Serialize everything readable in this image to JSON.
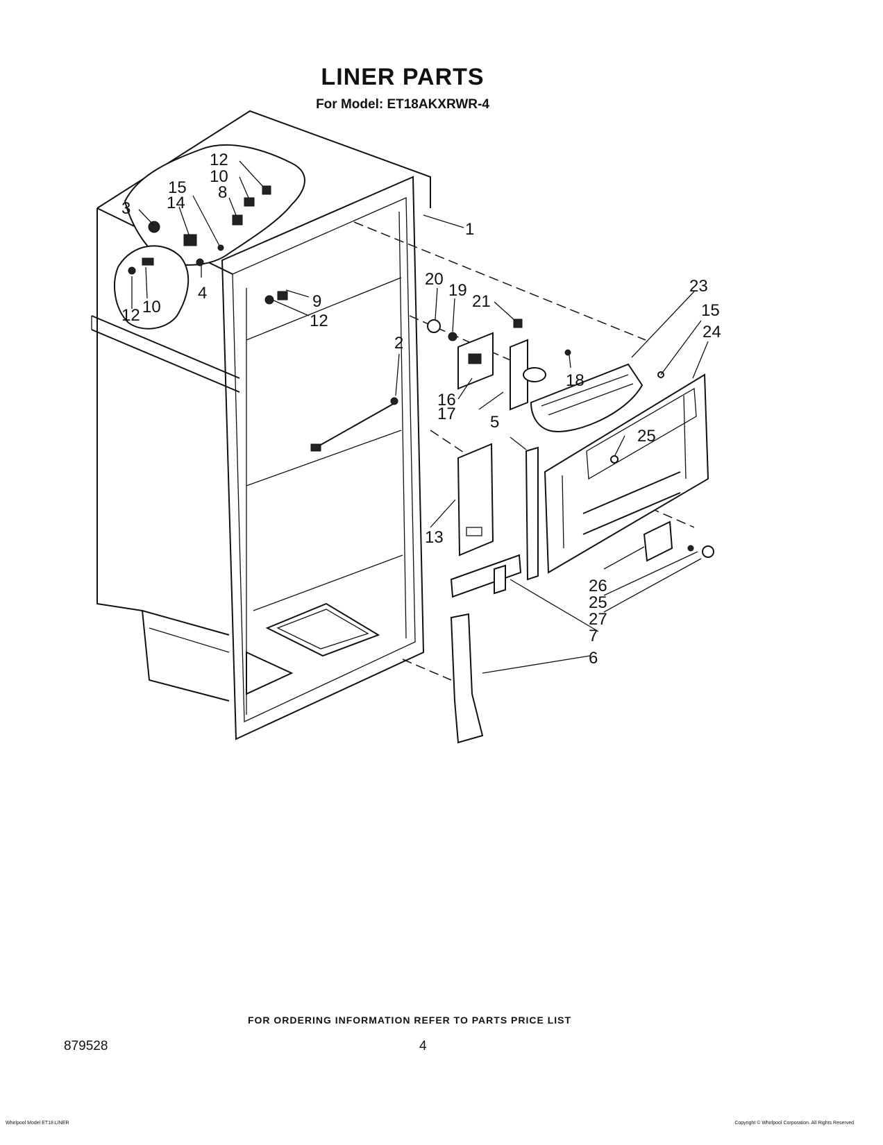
{
  "title": "LINER PARTS",
  "subtitle": "For Model: ET18AKXRWR-4",
  "callouts": {
    "c1": "1",
    "c2": "2",
    "c3": "3",
    "c4": "4",
    "c5": "5",
    "c6": "6",
    "c7": "7",
    "c8": "8",
    "c9": "9",
    "c10a": "10",
    "c10b": "10",
    "c12a": "12",
    "c12b": "12",
    "c12c": "12",
    "c13": "13",
    "c14": "14",
    "c15a": "15",
    "c15b": "15",
    "c16": "16",
    "c17": "17",
    "c18": "18",
    "c19": "19",
    "c20": "20",
    "c21": "21",
    "c23": "23",
    "c24": "24",
    "c25a": "25",
    "c25b": "25",
    "c26": "26",
    "c27": "27"
  },
  "footer_note": "FOR ORDERING INFORMATION REFER TO PARTS PRICE LIST",
  "doc_number": "879528",
  "page_number": "4",
  "corner_left": "Whirlpool Model ET18 LINER",
  "corner_right": "Copyright © Whirlpool Corporation. All Rights Reserved"
}
